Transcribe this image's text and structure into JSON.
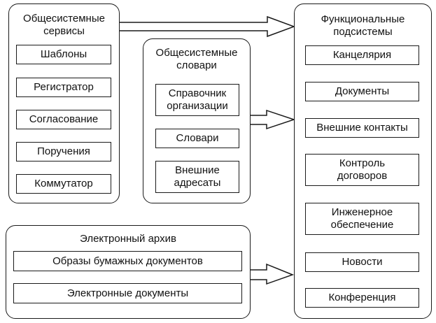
{
  "diagram": {
    "groups": {
      "services": {
        "title_line1": "Общесистемные",
        "title_line2": "сервисы",
        "items": [
          "Шаблоны",
          "Регистратор",
          "Согласование",
          "Поручения",
          "Коммутатор"
        ]
      },
      "dictionaries": {
        "title_line1": "Общесистемные",
        "title_line2": "словари",
        "items": [
          {
            "line1": "Справочник",
            "line2": "организации"
          },
          {
            "line1": "Словари",
            "line2": ""
          },
          {
            "line1": "Внешние",
            "line2": "адресаты"
          }
        ]
      },
      "archive": {
        "title": "Электронный архив",
        "items": [
          "Образы бумажных документов",
          "Электронные документы"
        ]
      },
      "functional": {
        "title_line1": "Функциональные",
        "title_line2": "подсистемы",
        "items": [
          {
            "line1": "Канцелярия",
            "line2": ""
          },
          {
            "line1": "Документы",
            "line2": ""
          },
          {
            "line1": "Внешние контакты",
            "line2": ""
          },
          {
            "line1": "Контроль",
            "line2": "договоров"
          },
          {
            "line1": "Инженерное",
            "line2": "обеспечение"
          },
          {
            "line1": "Новости",
            "line2": ""
          },
          {
            "line1": "Конференция",
            "line2": ""
          }
        ]
      }
    },
    "connections": [
      {
        "from": "Общесистемные сервисы",
        "to": "Функциональные подсистемы"
      },
      {
        "from": "Общесистемные словари",
        "to": "Функциональные подсистемы"
      },
      {
        "from": "Электронный архив",
        "to": "Функциональные подсистемы"
      }
    ]
  }
}
